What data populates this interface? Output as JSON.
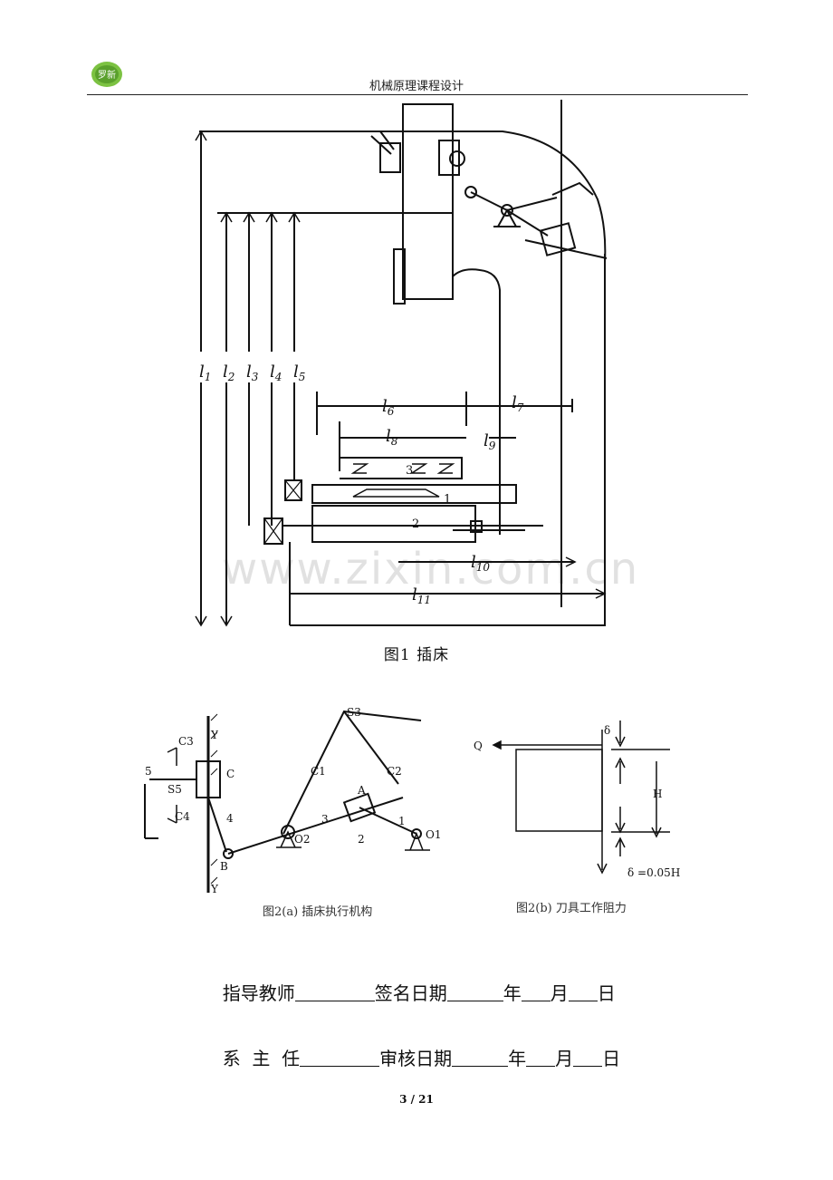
{
  "header": {
    "logo_text": "罗新",
    "title": "机械原理课程设计"
  },
  "figure1": {
    "caption": "图1  插床",
    "length_labels": [
      "l1",
      "l2",
      "l3",
      "l4",
      "l5",
      "l6",
      "l7",
      "l8",
      "l9",
      "l10",
      "l11"
    ],
    "part_labels": [
      "1",
      "2",
      "3"
    ],
    "watermark": "www.zixin.com.cn"
  },
  "figure2a": {
    "caption": "图2(a)  插床执行机构",
    "labels": {
      "s3": "S3",
      "c1": "C1",
      "c2": "C2",
      "c3": "C3",
      "c4": "C4",
      "c": "C",
      "s5": "S5",
      "five": "5",
      "four": "4",
      "three": "3",
      "two": "2",
      "one": "1",
      "a": "A",
      "o1": "O1",
      "o2": "O2",
      "b": "B",
      "y_top": "Y",
      "y_bottom": "Y"
    }
  },
  "figure2b": {
    "caption": "图2(b)  刀具工作阻力",
    "labels": {
      "q": "Q",
      "delta": "δ",
      "h": "H",
      "bottom": "δ =0.05H"
    }
  },
  "signature": {
    "row1": {
      "label": "指导教师",
      "date_label": "签名日期",
      "year": "年",
      "month": "月",
      "day": "日"
    },
    "row2": {
      "label": "系  主  任",
      "date_label": "审核日期",
      "year": "年",
      "month": "月",
      "day": "日"
    }
  },
  "footer": {
    "page": "3 / 21"
  }
}
